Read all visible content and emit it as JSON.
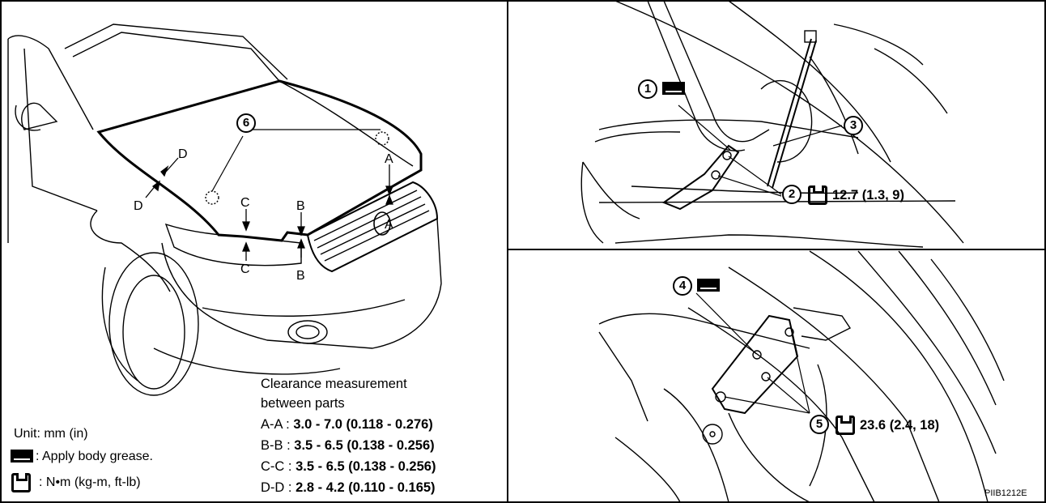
{
  "legend": {
    "unit": "Unit: mm (in)",
    "grease": ": Apply body grease.",
    "torque_unit": ": N•m (kg-m, ft-lb)"
  },
  "clearance": {
    "heading1": "Clearance measurement",
    "heading2": "between parts",
    "rows": [
      {
        "label": "A-A : ",
        "value": "3.0 - 7.0 (0.118 - 0.276)"
      },
      {
        "label": "B-B : ",
        "value": "3.5 - 6.5 (0.138 - 0.256)"
      },
      {
        "label": "C-C : ",
        "value": "3.5 - 6.5 (0.138 - 0.256)"
      },
      {
        "label": "D-D : ",
        "value": "2.8 - 4.2 (0.110 - 0.165)"
      }
    ]
  },
  "measure_letters": {
    "a": "A",
    "b": "B",
    "c": "C",
    "d": "D"
  },
  "callouts": {
    "c1": "1",
    "c2": "2",
    "c3": "3",
    "c4": "4",
    "c5": "5",
    "c6": "6"
  },
  "torque": {
    "bolt2": "12.7 (1.3, 9)",
    "bolt5": "23.6 (2.4, 18)"
  },
  "figure_id": "PIIB1212E",
  "colors": {
    "line": "#000000",
    "background": "#ffffff"
  }
}
